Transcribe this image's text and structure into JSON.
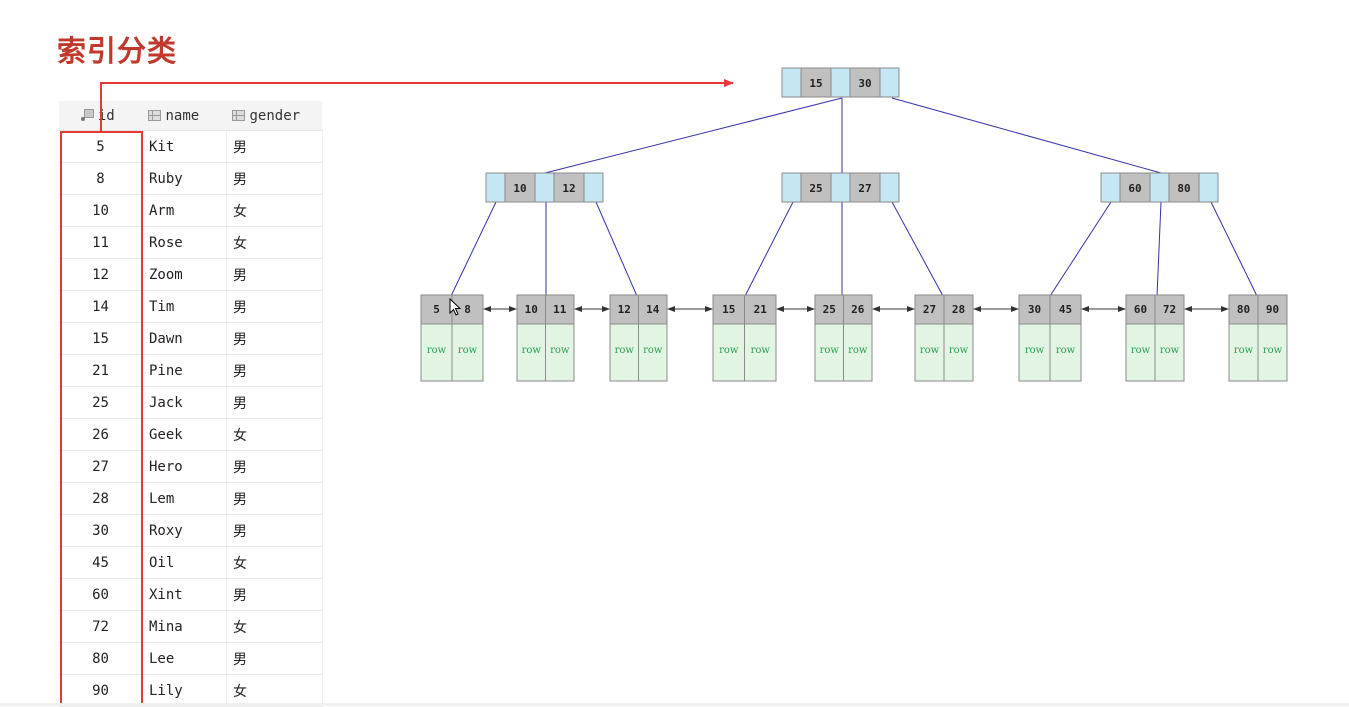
{
  "title": "索引分类",
  "table": {
    "columns": [
      "id",
      "name",
      "gender"
    ],
    "rows": [
      {
        "id": "5",
        "name": "Kit",
        "gender": "男"
      },
      {
        "id": "8",
        "name": "Ruby",
        "gender": "男"
      },
      {
        "id": "10",
        "name": "Arm",
        "gender": "女"
      },
      {
        "id": "11",
        "name": "Rose",
        "gender": "女"
      },
      {
        "id": "12",
        "name": "Zoom",
        "gender": "男"
      },
      {
        "id": "14",
        "name": "Tim",
        "gender": "男"
      },
      {
        "id": "15",
        "name": "Dawn",
        "gender": "男"
      },
      {
        "id": "21",
        "name": "Pine",
        "gender": "男"
      },
      {
        "id": "25",
        "name": "Jack",
        "gender": "男"
      },
      {
        "id": "26",
        "name": "Geek",
        "gender": "女"
      },
      {
        "id": "27",
        "name": "Hero",
        "gender": "男"
      },
      {
        "id": "28",
        "name": "Lem",
        "gender": "男"
      },
      {
        "id": "30",
        "name": "Roxy",
        "gender": "男"
      },
      {
        "id": "45",
        "name": "Oil",
        "gender": "女"
      },
      {
        "id": "60",
        "name": "Xint",
        "gender": "男"
      },
      {
        "id": "72",
        "name": "Mina",
        "gender": "女"
      },
      {
        "id": "80",
        "name": "Lee",
        "gender": "男"
      },
      {
        "id": "90",
        "name": "Lily",
        "gender": "女"
      }
    ]
  },
  "tree": {
    "root": [
      "15",
      "30"
    ],
    "internal": [
      [
        "10",
        "12"
      ],
      [
        "25",
        "27"
      ],
      [
        "60",
        "80"
      ]
    ],
    "leaves": [
      [
        "5",
        "8"
      ],
      [
        "10",
        "11"
      ],
      [
        "12",
        "14"
      ],
      [
        "15",
        "21"
      ],
      [
        "25",
        "26"
      ],
      [
        "27",
        "28"
      ],
      [
        "30",
        "45"
      ],
      [
        "60",
        "72"
      ],
      [
        "80",
        "90"
      ]
    ],
    "row_label": "row"
  },
  "colors": {
    "title": "#c0392b",
    "highlight": "#e53935",
    "key_cell": "#c0c0c0",
    "pointer_cell": "#c5e6f3",
    "row_cell": "#e2f5e2",
    "row_text": "#2e9e52",
    "link_line": "#3333aa"
  }
}
